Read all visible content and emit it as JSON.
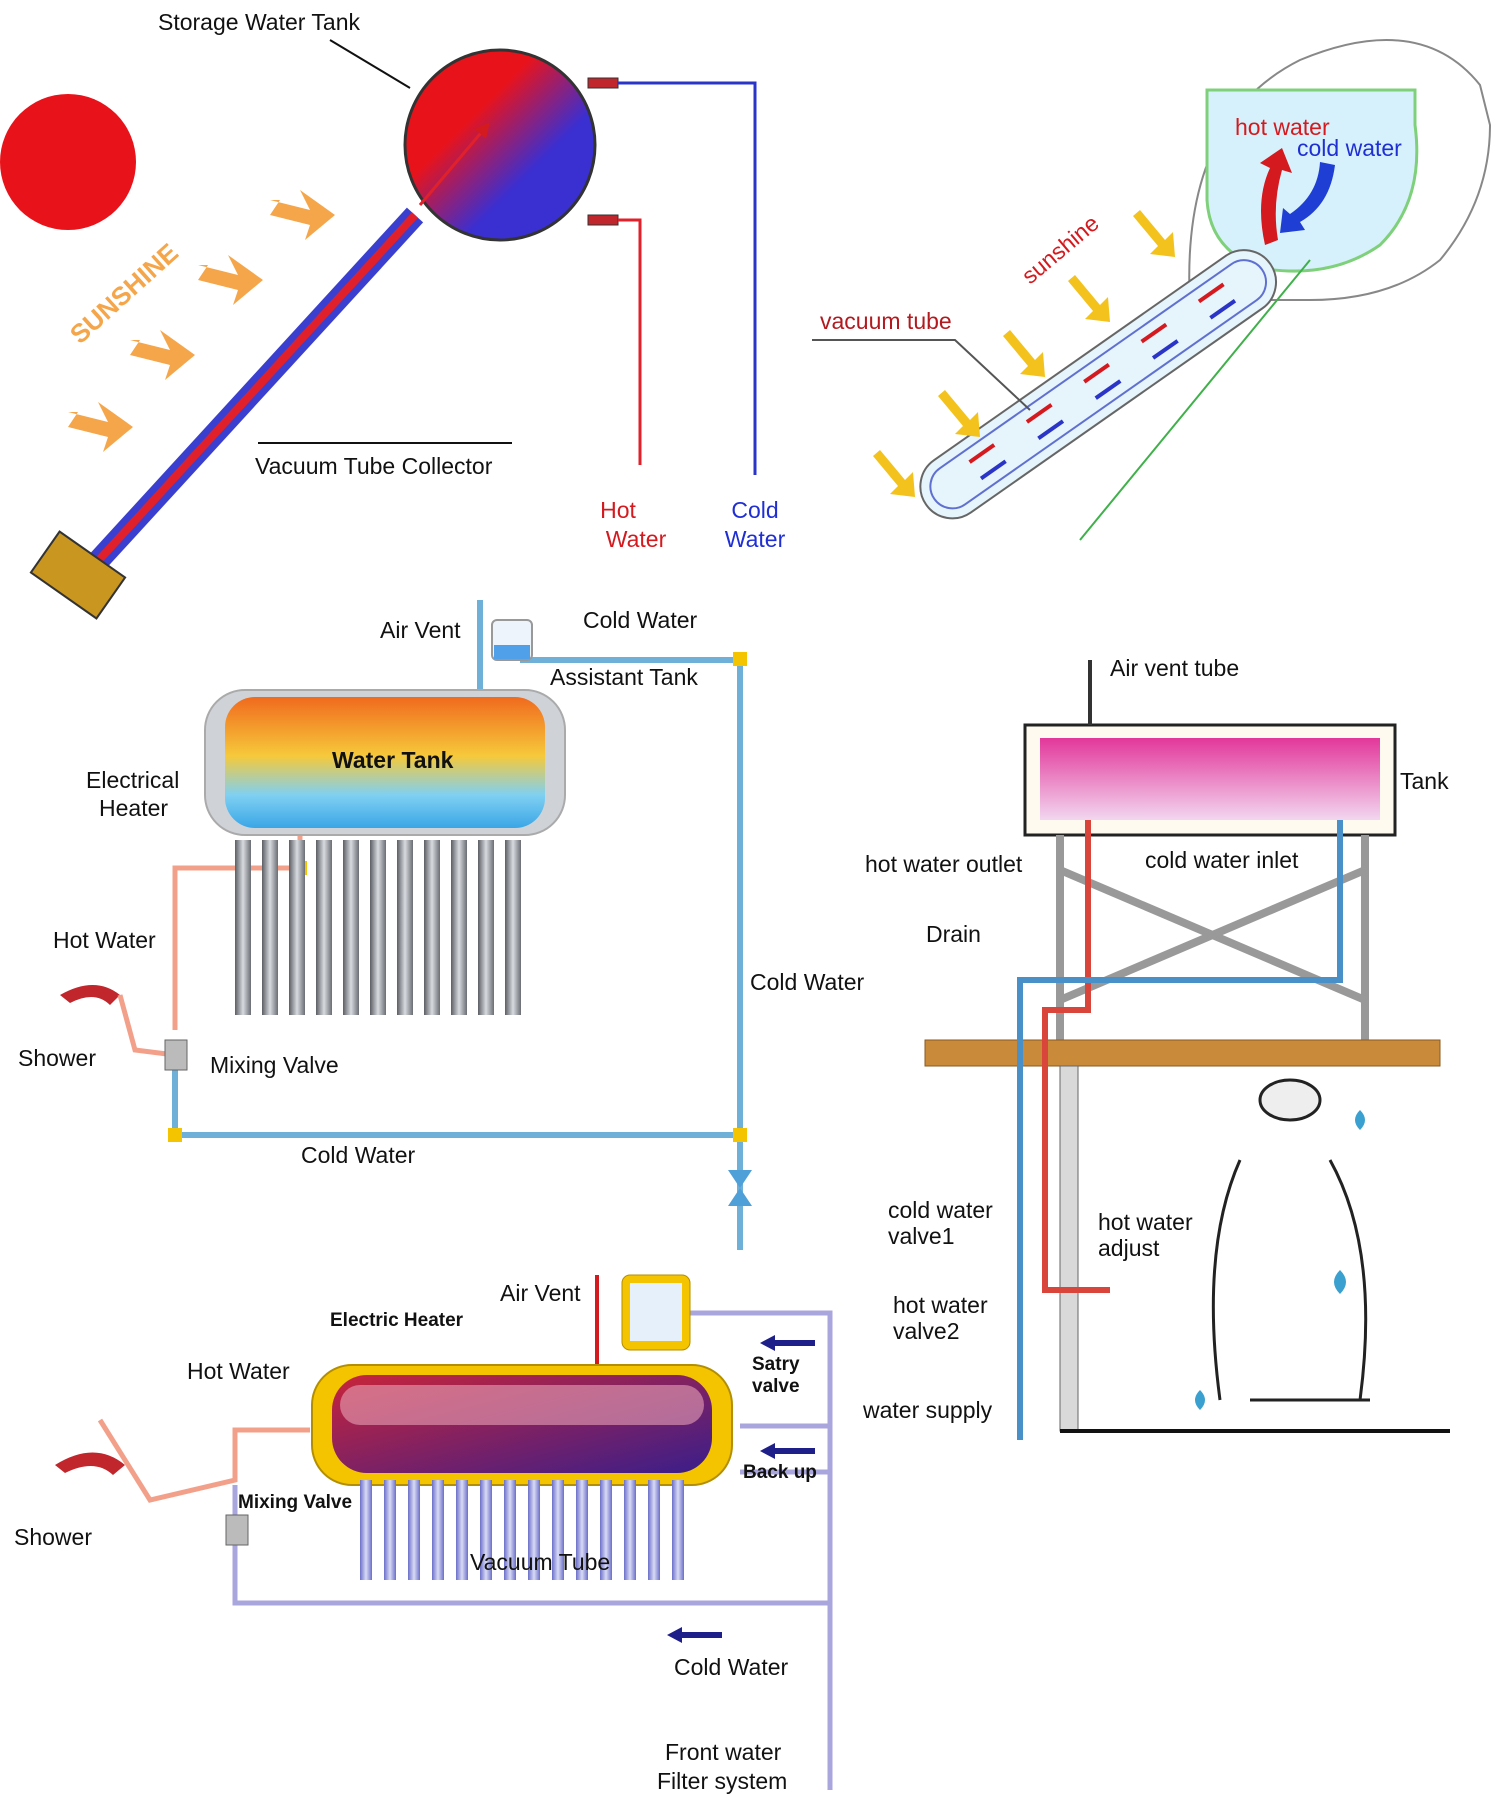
{
  "colors": {
    "hot": "#e0202a",
    "cold": "#2a35c8",
    "pipe_blue": "#6fb0d8",
    "pipe_pink": "#f3a08a",
    "pipe_lilac": "#a9a6dd",
    "fitting": "#f5c400",
    "sun": "#e8131a",
    "sunshine_arrow": "#f5a64a"
  },
  "panel1": {
    "storage_tank": "Storage Water Tank",
    "sunshine": "SUNSHINE",
    "collector": "Vacuum Tube Collector",
    "hot_water_1": "Hot",
    "hot_water_2": "Water",
    "cold_water_1": "Cold",
    "cold_water_2": "Water"
  },
  "panel2": {
    "hot_water": "hot water",
    "cold_water": "cold water",
    "sunshine": "sunshine",
    "vacuum_tube": "vacuum tube"
  },
  "panel3": {
    "air_vent": "Air Vent",
    "cold_water_top": "Cold Water",
    "assistant_tank": "Assistant Tank",
    "water_tank": "Water Tank",
    "electrical_heater_1": "Electrical",
    "electrical_heater_2": "Heater",
    "hot_water": "Hot Water",
    "shower": "Shower",
    "mixing_valve": "Mixing Valve",
    "cold_water_right": "Cold Water",
    "cold_water_bottom": "Cold Water"
  },
  "panel4": {
    "air_vent_tube": "Air vent tube",
    "tank": "Tank",
    "hot_water_outlet": "hot water outlet",
    "cold_water_inlet": "cold water inlet",
    "drain": "Drain",
    "cold_water_valve1_1": "cold water",
    "cold_water_valve1_2": "valve1",
    "hot_water_adjust_1": "hot water",
    "hot_water_adjust_2": "adjust",
    "hot_water_valve2_1": "hot water",
    "hot_water_valve2_2": "valve2",
    "water_supply": "water supply"
  },
  "panel5": {
    "air_vent": "Air Vent",
    "electric_heater": "Electric Heater",
    "hot_water": "Hot Water",
    "satry_valve_1": "Satry",
    "satry_valve_2": "valve",
    "back_up": "Back up",
    "mixing_valve": "Mixing Valve",
    "shower": "Shower",
    "vacuum_tube": "Vacuum Tube",
    "cold_water": "Cold Water",
    "filter_1": "Front water",
    "filter_2": "Filter system"
  }
}
